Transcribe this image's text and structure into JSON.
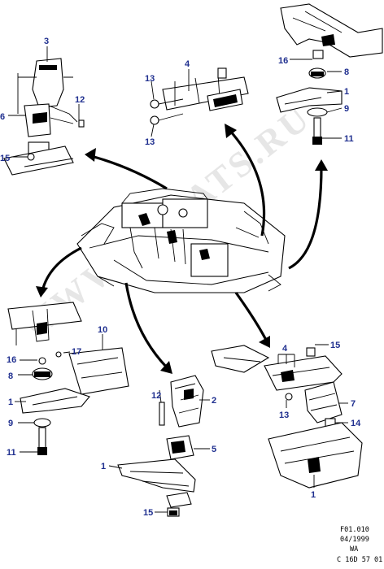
{
  "watermark": "WWW.ELCATS.RU",
  "callouts": {
    "top_left": {
      "mount": "3",
      "stud": "6",
      "bolt": "12",
      "nut": "15"
    },
    "top_center": {
      "bracket": "4",
      "bolt_upper": "13",
      "bolt_lower": "13"
    },
    "top_right": {
      "nut": "16",
      "cushion": "8",
      "arm": "1",
      "washer": "9",
      "bolt": "11"
    },
    "left_lower": {
      "nut": "16",
      "bolt": "17",
      "shield": "10",
      "cushion": "8",
      "arm": "1",
      "washer": "9",
      "bolt_lower": "11"
    },
    "center_lower": {
      "bolt": "12",
      "bracket": "2",
      "mount": "5",
      "arm": "1",
      "nut": "15"
    },
    "right_lower": {
      "bracket": "4",
      "nut": "15",
      "bolt": "13",
      "insulator": "7",
      "stud": "14",
      "arm": "1"
    }
  },
  "footer": {
    "code": "F01.010",
    "date": "04/1999",
    "region": "WA",
    "ref": "C 16D 57 01"
  }
}
